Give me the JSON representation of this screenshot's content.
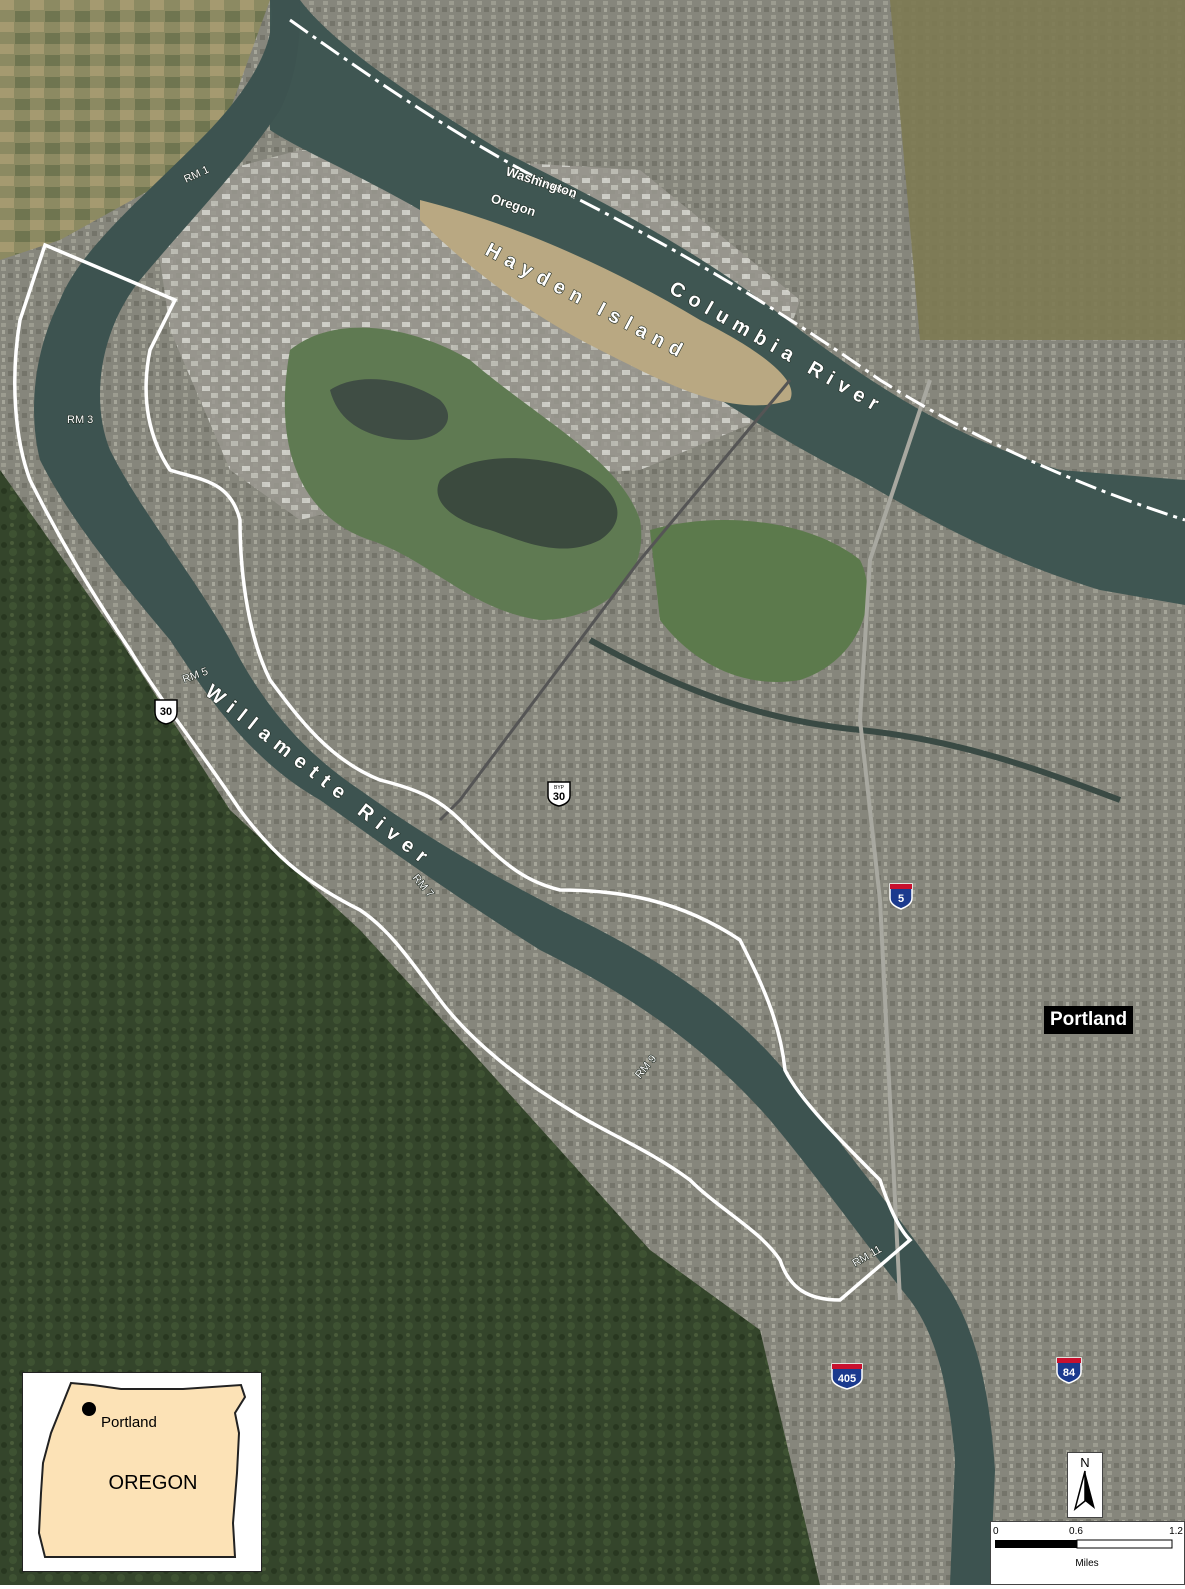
{
  "map": {
    "rivers": {
      "columbia": "Columbia River",
      "willamette": "Willamette River"
    },
    "island": "Hayden Island",
    "state_line": {
      "north": "Washington",
      "south": "Oregon"
    },
    "river_miles": [
      "RM 1",
      "RM 3",
      "RM 5",
      "RM 7",
      "RM 9",
      "RM 11"
    ],
    "highways": {
      "us30_west": "30",
      "us30_east": "30",
      "us30_east_prefix": "BYP",
      "i5": "5",
      "i405": "405",
      "i84": "84"
    },
    "city_label": "Portland"
  },
  "inset": {
    "city": "Portland",
    "state": "OREGON"
  },
  "legend": {
    "north": "N",
    "scale_ticks": [
      "0",
      "0.6",
      "1.2"
    ],
    "scale_unit": "Miles"
  },
  "colors": {
    "river": "#3d5350",
    "hills": "#2e3f26",
    "urban": "#8a8a80",
    "inset_fill": "#fce2b6",
    "boundary": "#ffffff"
  }
}
